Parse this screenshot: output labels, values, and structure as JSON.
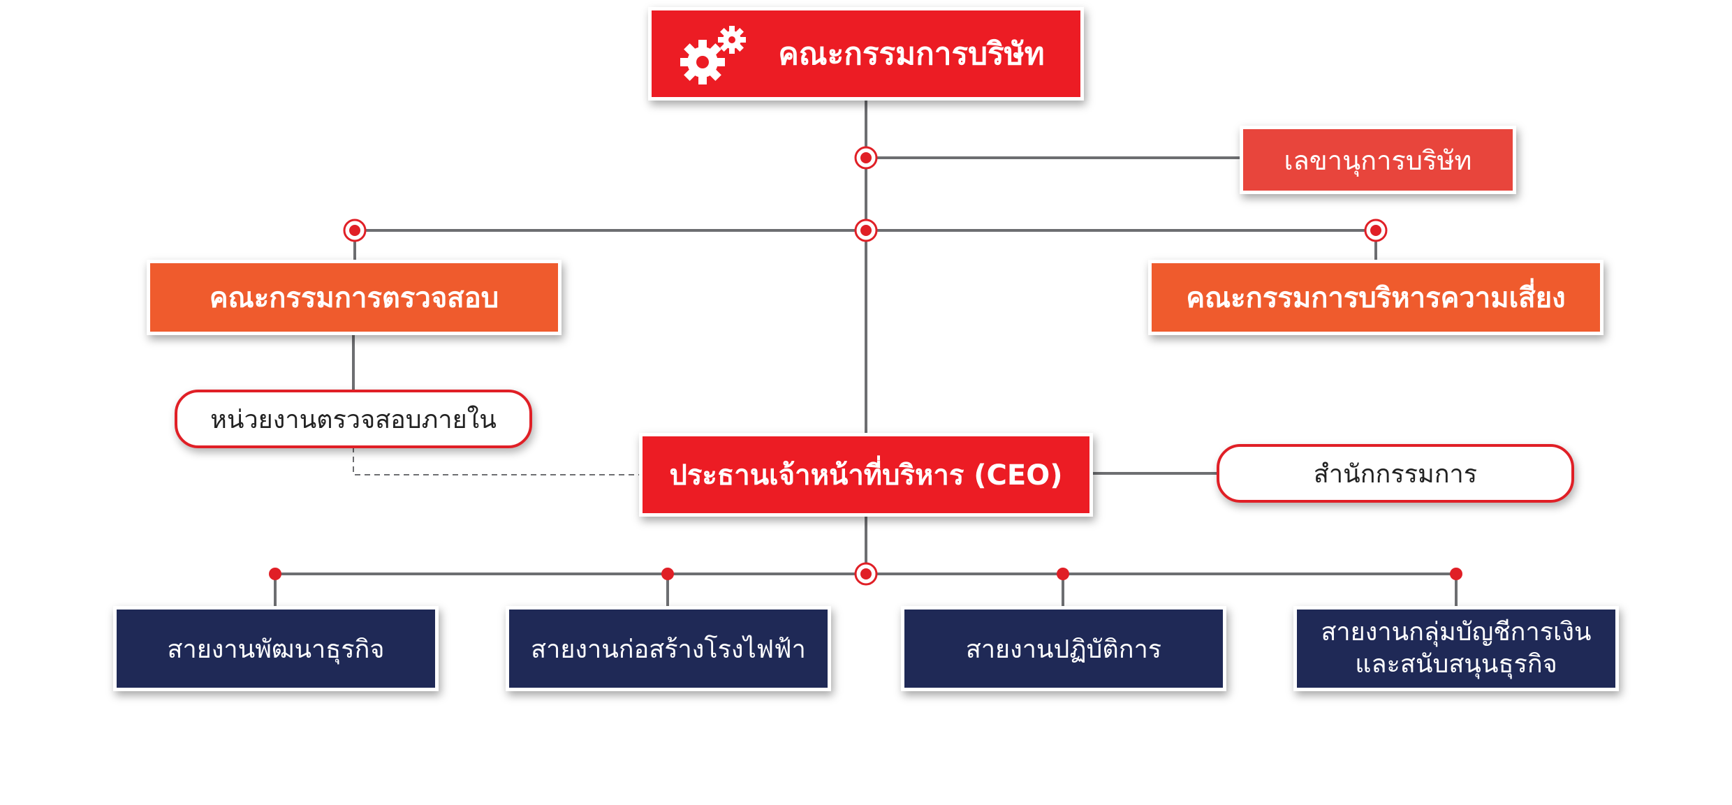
{
  "board": "คณะกรรมการบริษัท",
  "secretary": "เลขานุการบริษัท",
  "audit_committee": "คณะกรรมการตรวจสอบ",
  "risk_committee": "คณะกรรมการบริหารความเสี่ยง",
  "internal_audit": "หน่วยงานตรวจสอบภายใน",
  "ceo": "ประธานเจ้าหน้าที่บริหาร (CEO)",
  "ceo_office": "สำนักกรรมการ",
  "divisions": [
    {
      "line1": "สายงานพัฒนาธุรกิจ"
    },
    {
      "line1": "สายงานก่อสร้างโรงไฟฟ้า"
    },
    {
      "line1": "สายงานปฏิบัติการ"
    },
    {
      "line1": "สายงานกลุ่มบัญชีการเงิน",
      "line2": "และสนับสนุนธุรกิจ"
    }
  ],
  "colors": {
    "red": "#ec1c24",
    "light_red": "#e8453c",
    "orange": "#ef5b2d",
    "navy": "#1f2956",
    "connector": "#6d6e71"
  },
  "icons": [
    "gears-icon"
  ]
}
